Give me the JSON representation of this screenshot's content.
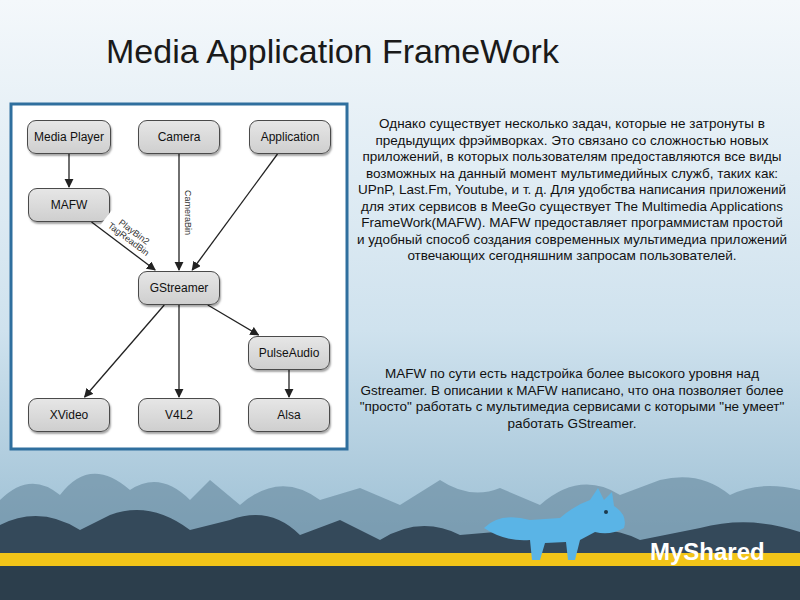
{
  "diagram": {
    "title": "Media Application FrameWork",
    "nodes": [
      {
        "text": [
          "Media Player"
        ]
      },
      {
        "text": [
          "Camera"
        ]
      },
      {
        "text": [
          "Application"
        ]
      },
      {
        "text": [
          "MAFW"
        ]
      },
      {
        "text": [
          "GStreamer"
        ]
      },
      {
        "text": [
          "PulseAudio"
        ]
      },
      {
        "text": [
          "XVideo"
        ]
      },
      {
        "text": [
          "V4L2"
        ]
      },
      {
        "text": [
          "Alsa"
        ]
      }
    ],
    "edges": [
      {
        "from": 0,
        "to": 3,
        "arrow": "to"
      },
      {
        "from": 3,
        "to": 4,
        "label": "PlayBin2 TagReadBin",
        "arrow": "to"
      },
      {
        "from": 1,
        "to": 4,
        "label": "CameraBin",
        "arrow": "to"
      },
      {
        "from": 2,
        "to": 4,
        "arrow": "to"
      },
      {
        "from": 4,
        "to": 5,
        "arrow": "to"
      },
      {
        "from": 4,
        "to": 6,
        "arrow": "to"
      },
      {
        "from": 4,
        "to": 7,
        "arrow": "to"
      },
      {
        "from": 5,
        "to": 8,
        "arrow": "to"
      }
    ],
    "labels": [
      "Однако существует несколько задач, которые не затронуты в предыдущих фрэймворках. Это связано со сложностью новых приложений, в которых пользователям предоставляются все виды возможных на данный момент мультимедийных служб, таких как: UPnP, Last.Fm, Youtube, и т. д. Для удобства написания приложений для этих сервисов в MeeGo существует The Multimedia Applications FrameWork(MAFW). MAFW предоставляет программистам простой и удобный способ создания современных мультимедиа приложений отвечающих сегодняшним запросам пользователей.",
      "MAFW по сути есть надстройка более высокого уровня над Gstreamer. В описании к MAFW написано, что она позволяет более \"просто\" работать с мультимедиа сервисами с которыми \"не умеет\" работать GStreamer.",
      "MyShared"
    ]
  }
}
